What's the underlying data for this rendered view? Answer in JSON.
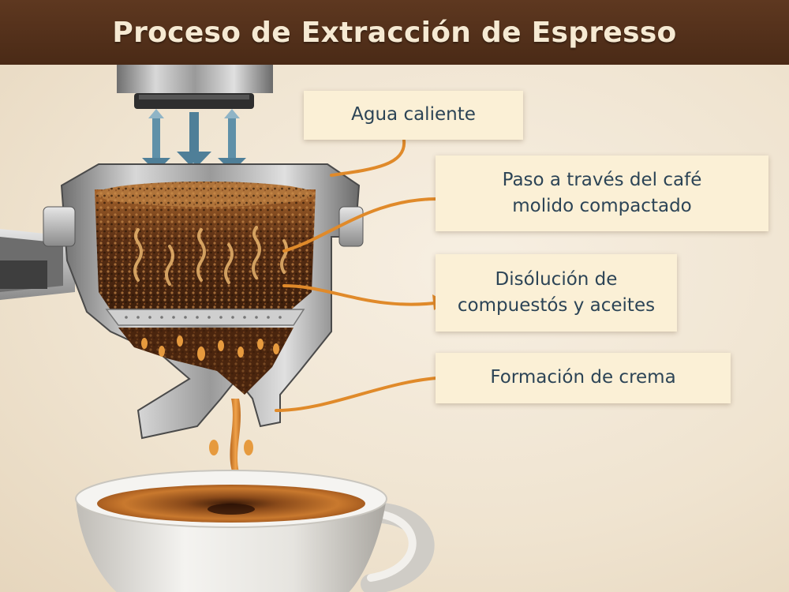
{
  "title": "Proceso de Extracción de Espresso",
  "callouts": {
    "water": "Agua caliente",
    "pass": {
      "line1": "Paso a través del café",
      "line2": "molido compactado"
    },
    "dissolve": {
      "line1": "Disólución de",
      "line2": "compuestós y aceites"
    },
    "crema": "Formación de crema"
  },
  "colors": {
    "header": "#4a2a16",
    "title_text": "#f6ead3",
    "callout_bg": "#fbf0d6",
    "callout_text": "#2c4456",
    "leader_line": "#e08a2a",
    "water_arrow": "#4f7f98",
    "espresso": "#d98a34",
    "coffee_grounds": "#6b3a1a"
  },
  "icons": [
    "water-arrow-icon",
    "portafilter-icon",
    "espresso-cup-icon"
  ]
}
